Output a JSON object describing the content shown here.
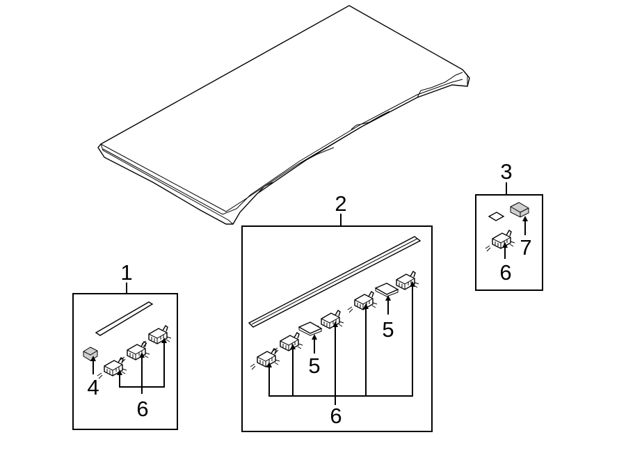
{
  "diagram": {
    "callouts": {
      "c1": "1",
      "c2": "2",
      "c3": "3",
      "c4": "4",
      "c5a": "5",
      "c5b": "5",
      "c6a": "6",
      "c6b": "6",
      "c6c": "6",
      "c7": "7"
    }
  }
}
